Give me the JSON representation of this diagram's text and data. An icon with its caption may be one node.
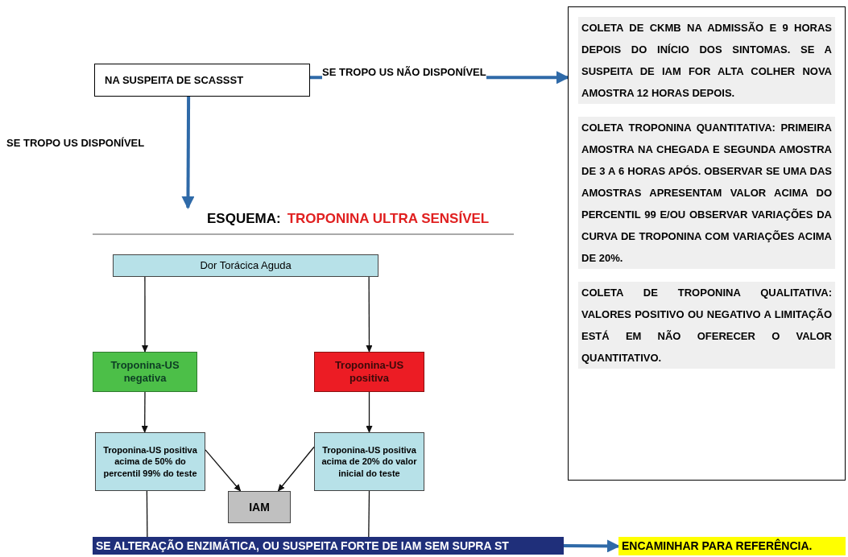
{
  "diagram": {
    "nodes": [
      {
        "text": [
          "NA SUSPEITA DE SCASSST"
        ]
      },
      {
        "text": [
          "COLETA DE CKMB NA ADMISSÃO E 9 HORAS DEPOIS DO INÍCIO DOS SINTOMAS. SE A SUSPEITA DE IAM FOR ALTA COLHER NOVA AMOSTRA 12 HORAS DEPOIS.",
          "COLETA TROPONINA QUANTITATIVA: PRIMEIRA AMOSTRA NA CHEGADA E SEGUNDA AMOSTRA DE 3 A 6 HORAS APÓS. OBSERVAR SE UMA DAS AMOSTRAS APRESENTAM VALOR ACIMA DO PERCENTIL 99 E/OU OBSERVAR VARIAÇÕES DA CURVA DE TROPONINA COM VARIAÇÕES ACIMA DE 20%.",
          "COLETA DE TROPONINA QUALITATIVA: VALORES POSITIVO OU NEGATIVO A LIMITAÇÃO ESTÁ EM NÃO OFERECER O VALOR QUANTITATIVO."
        ]
      },
      {
        "text": [
          "ESQUEMA:",
          "TROPONINA ULTRA SENSÍVEL"
        ]
      },
      {
        "text": [
          "Dor Torácica Aguda"
        ]
      },
      {
        "text": [
          "Troponina-US negativa"
        ]
      },
      {
        "text": [
          "Troponina-US positiva"
        ]
      },
      {
        "text": [
          "Troponina-US positiva acima de 50% do percentil 99% do teste"
        ]
      },
      {
        "text": [
          "Troponina-US positiva acima de 20% do valor inicial do teste"
        ]
      },
      {
        "text": [
          "IAM"
        ]
      },
      {
        "text": [
          "SE ALTERAÇÃO ENZIMÁTICA, OU SUSPEITA FORTE DE IAM SEM SUPRA ST"
        ]
      },
      {
        "text": [
          "ENCAMINHAR PARA REFERÊNCIA."
        ]
      }
    ],
    "edges": [
      {
        "from": 0,
        "to": 1,
        "arrow": "to",
        "label": "SE TROPO US NÃO DISPONÍVEL",
        "style": "thick",
        "color": "#2f6aa8"
      },
      {
        "from": 0,
        "to": 2,
        "arrow": "to",
        "label": "SE TROPO US DISPONÍVEL",
        "style": "thick",
        "color": "#2f6aa8"
      },
      {
        "from": 3,
        "to": 4,
        "arrow": "to"
      },
      {
        "from": 3,
        "to": 5,
        "arrow": "to"
      },
      {
        "from": 4,
        "to": 6,
        "arrow": "to"
      },
      {
        "from": 5,
        "to": 7,
        "arrow": "to"
      },
      {
        "from": 6,
        "to": 8,
        "arrow": "to"
      },
      {
        "from": 7,
        "to": 8,
        "arrow": "to"
      },
      {
        "from": 6,
        "to": 9,
        "arrow": "none"
      },
      {
        "from": 7,
        "to": 9,
        "arrow": "none"
      },
      {
        "from": 9,
        "to": 10,
        "arrow": "to",
        "style": "thick",
        "color": "#2f6aa8"
      }
    ]
  }
}
